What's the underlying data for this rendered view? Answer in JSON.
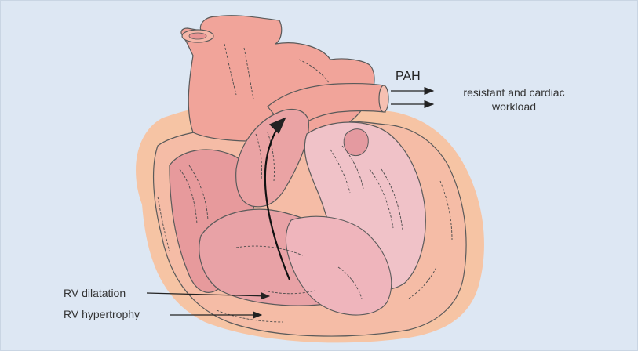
{
  "labels": {
    "pah": "PAH",
    "workload_line1": "resistant and cardiac",
    "workload_line2": "workload",
    "rv_dilatation": "RV dilatation",
    "rv_hypertrophy": "RV hypertrophy"
  },
  "colors": {
    "background": "#dde7f3",
    "outer_tissue": "#f6c4a4",
    "heart_body": "#f3b3a2",
    "great_vessels": "#f1a49a",
    "chamber": "#e79a9c",
    "chamber_light": "#f2c2c6",
    "outline": "#555555"
  }
}
